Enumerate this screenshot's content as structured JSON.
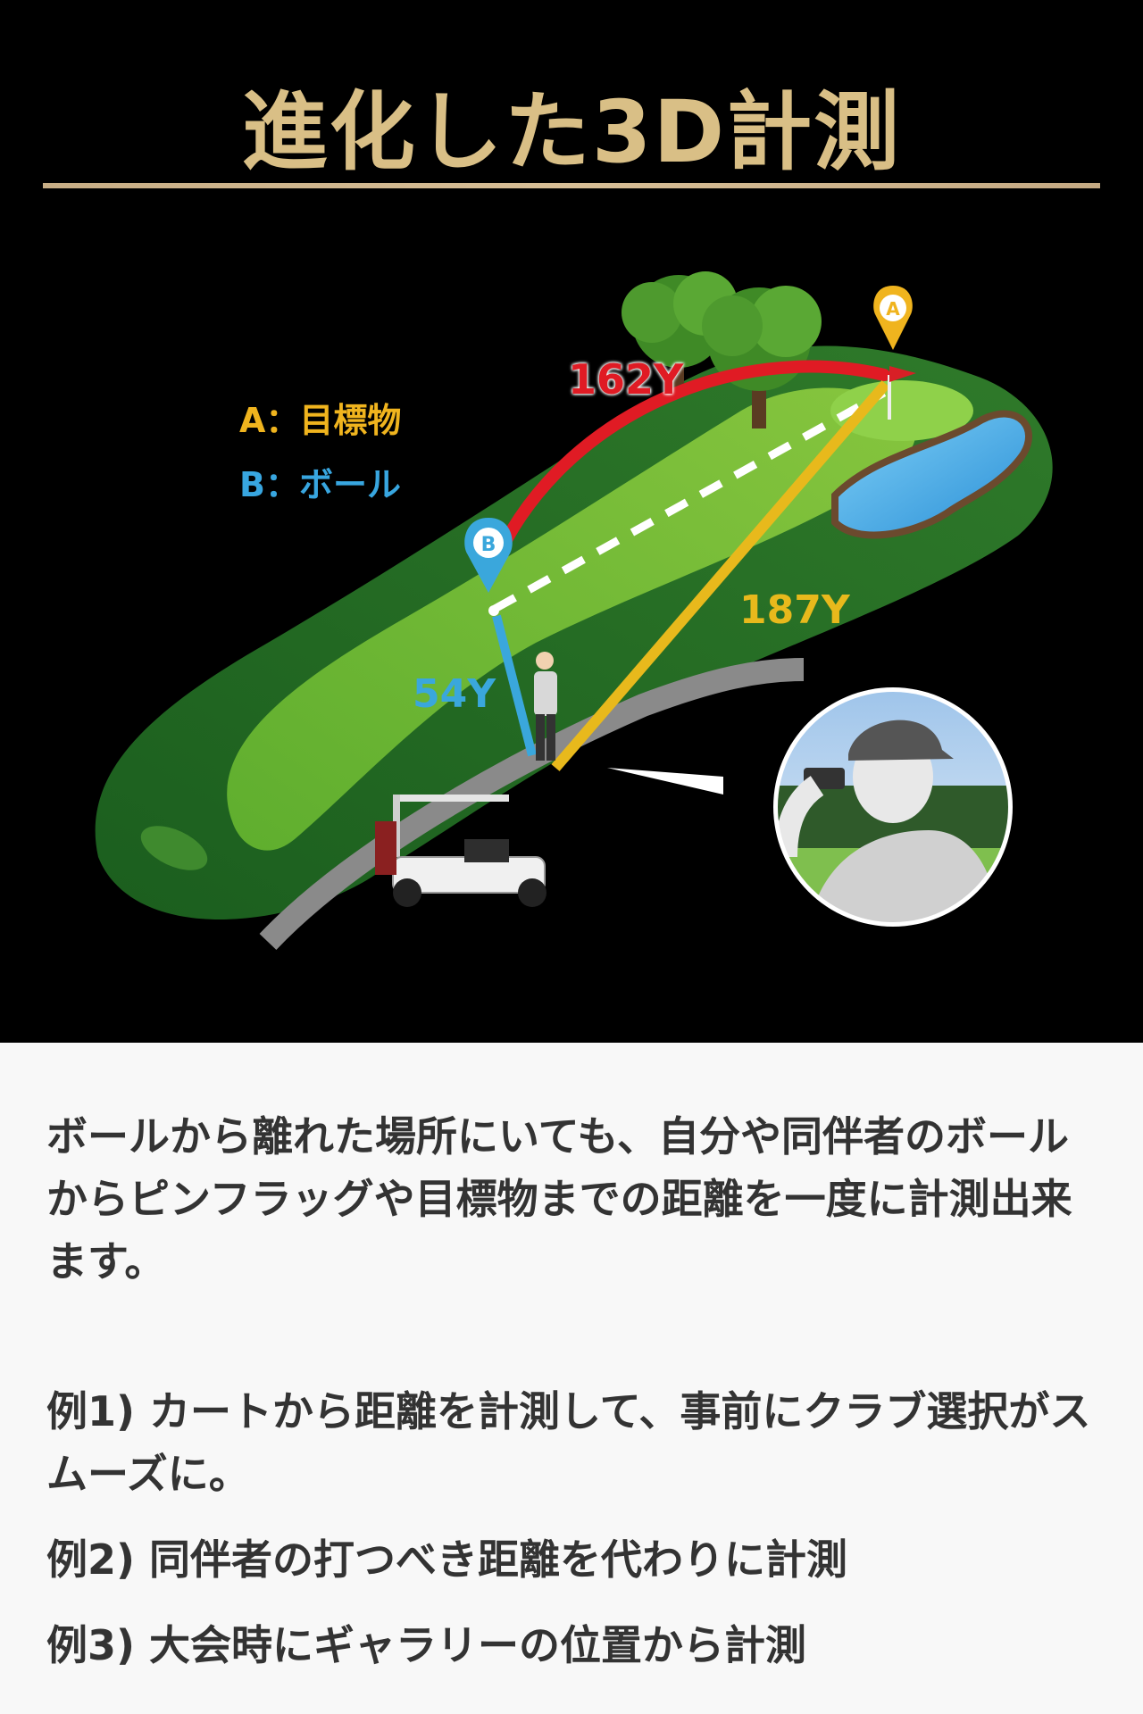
{
  "header": {
    "title": "進化した3D計測"
  },
  "legend": {
    "a": "A：目標物",
    "b": "B：ボール"
  },
  "markers": {
    "a": "A",
    "b": "B"
  },
  "distances": {
    "ball_to_pin": "162Y",
    "player_to_pin": "187Y",
    "player_to_ball": "54Y"
  },
  "colors": {
    "title_gold": "#d9bf86",
    "legend_a": "#f0b41e",
    "legend_b": "#38a6e0",
    "arc_red": "#e01b24",
    "line_yellow": "#e8b91c",
    "line_blue": "#3aa7dc"
  },
  "description": {
    "text": "ボールから離れた場所にいても、自分や同伴者のボールからピンフラッグや目標物までの距離を一度に計測出来ます。",
    "examples": [
      "例1) カートから距離を計測して、事前にクラブ選択がスムーズに。",
      "例2) 同伴者の打つべき距離を代わりに計測",
      "例3) 大会時にギャラリーの位置から計測"
    ]
  }
}
